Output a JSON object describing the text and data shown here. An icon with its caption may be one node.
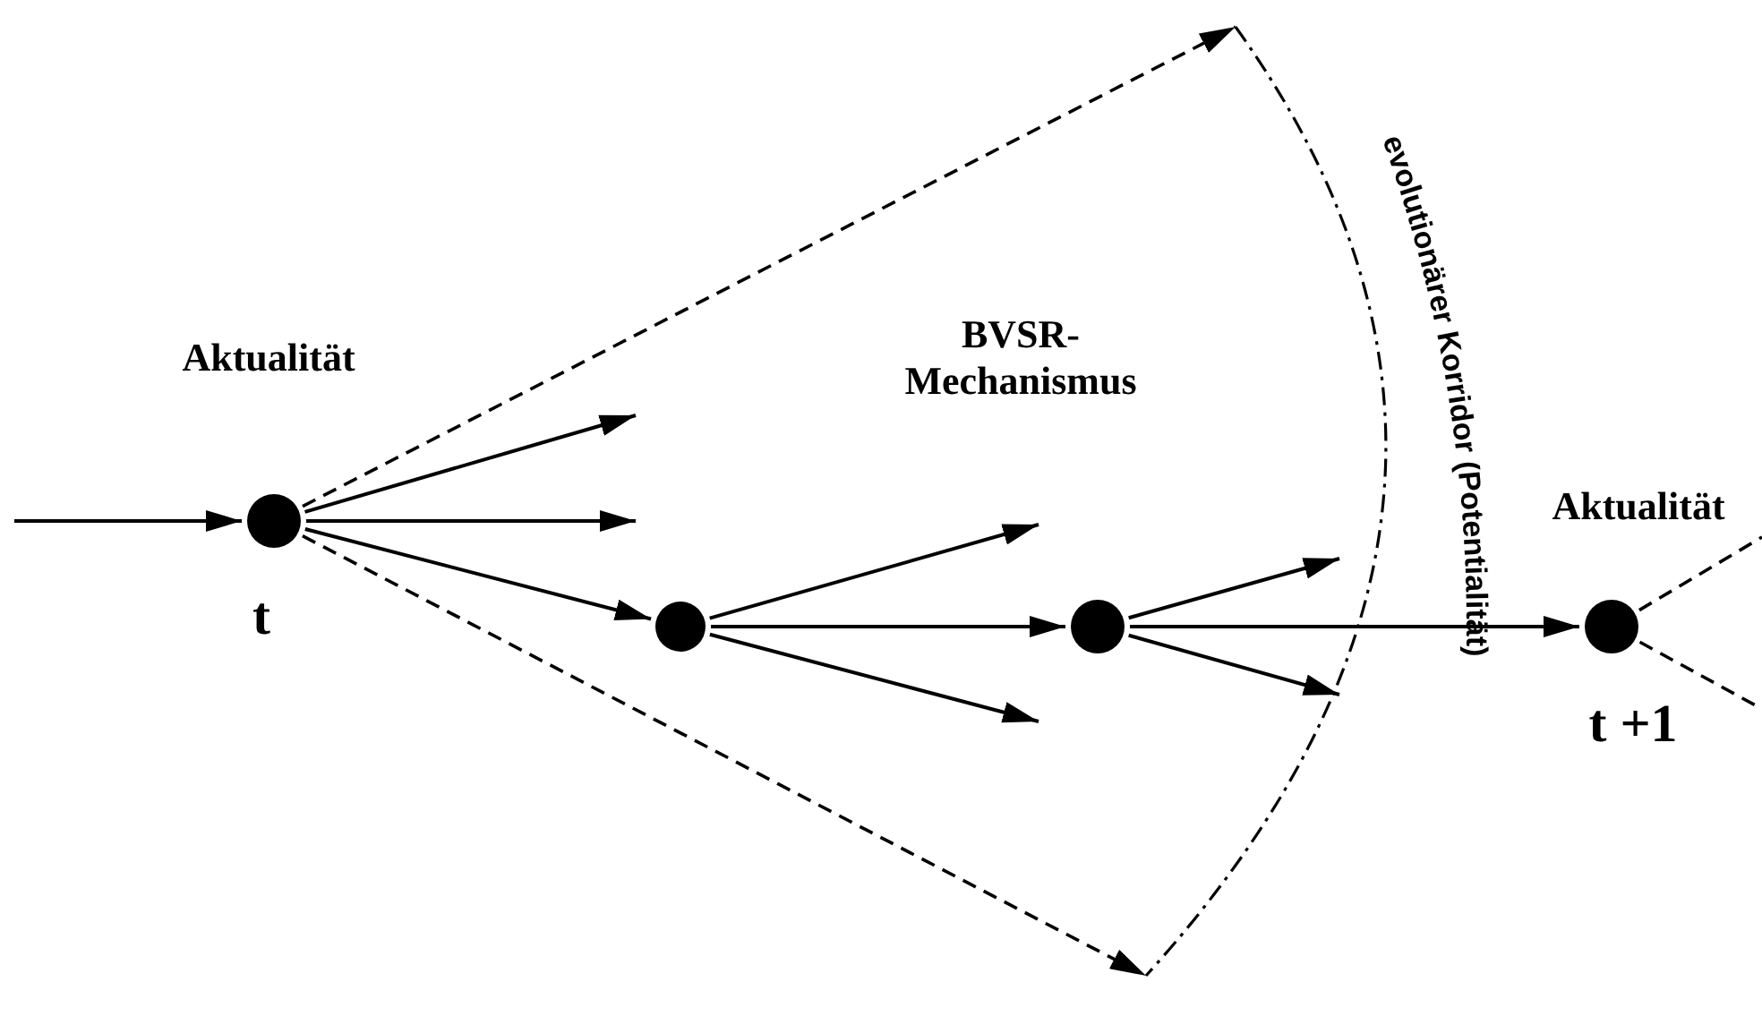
{
  "diagram": {
    "nodes": [
      {
        "text": [],
        "shape": "circle",
        "beside": [
          "Aktualität",
          "t"
        ]
      },
      {
        "text": [],
        "shape": "circle"
      },
      {
        "text": [],
        "shape": "circle"
      },
      {
        "text": [],
        "shape": "circle",
        "beside": [
          "Aktualität",
          "t +1"
        ]
      }
    ],
    "edges": [
      {
        "from": null,
        "to": 0,
        "arrow": "to"
      },
      {
        "from": 0,
        "to": null,
        "arrow": "to"
      },
      {
        "from": 0,
        "to": null,
        "arrow": "to"
      },
      {
        "from": 0,
        "to": 1,
        "arrow": "to"
      },
      {
        "from": 1,
        "to": null,
        "arrow": "to"
      },
      {
        "from": 1,
        "to": 2,
        "arrow": "to"
      },
      {
        "from": 1,
        "to": null,
        "arrow": "to"
      },
      {
        "from": 2,
        "to": null,
        "arrow": "to"
      },
      {
        "from": 2,
        "to": 3,
        "arrow": "to"
      },
      {
        "from": 2,
        "to": null,
        "arrow": "to"
      },
      {
        "from": 0,
        "to": null,
        "arrow": "to",
        "style": "dashed"
      },
      {
        "from": 0,
        "to": null,
        "arrow": "to",
        "style": "dashed"
      },
      {
        "from": 3,
        "to": null,
        "arrow": "none",
        "style": "dashed"
      },
      {
        "from": 3,
        "to": null,
        "arrow": "none",
        "style": "dashed"
      }
    ],
    "labels": [
      "BVSR- Mechanismus",
      "evolutionärer Korridor (Potentialität)"
    ]
  }
}
